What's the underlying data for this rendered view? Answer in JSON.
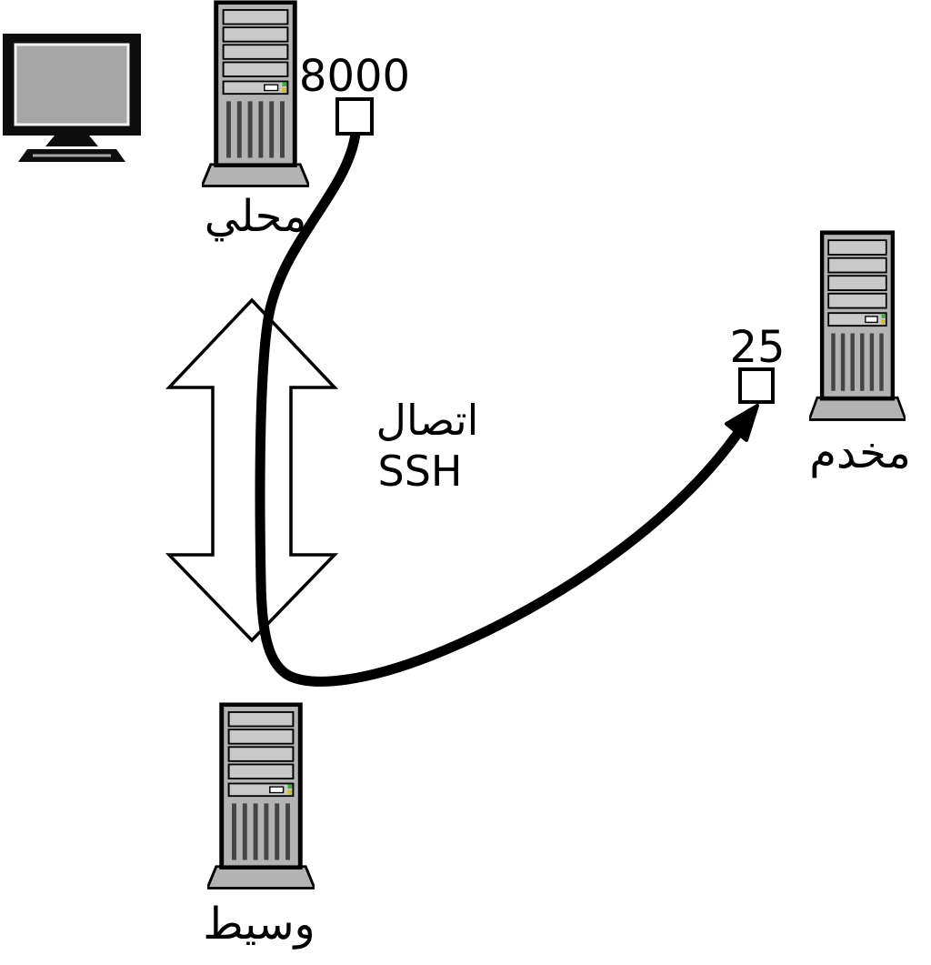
{
  "diagram": {
    "local": {
      "label": "محلي",
      "port": "8000"
    },
    "intermediate": {
      "label": "وسيط"
    },
    "server": {
      "label": "مخدم",
      "port": "25"
    },
    "ssh_connection": {
      "line1": "اتصال",
      "line2": "SSH"
    },
    "colors": {
      "tower_body": "#b3b3b3",
      "tower_bay": "#c9c9c9",
      "screen": "#a6a6a6",
      "outline": "#000000",
      "port_box_fill": "#ffffff",
      "led_green": "#44aa44",
      "led_yellow": "#ccbb33"
    }
  }
}
